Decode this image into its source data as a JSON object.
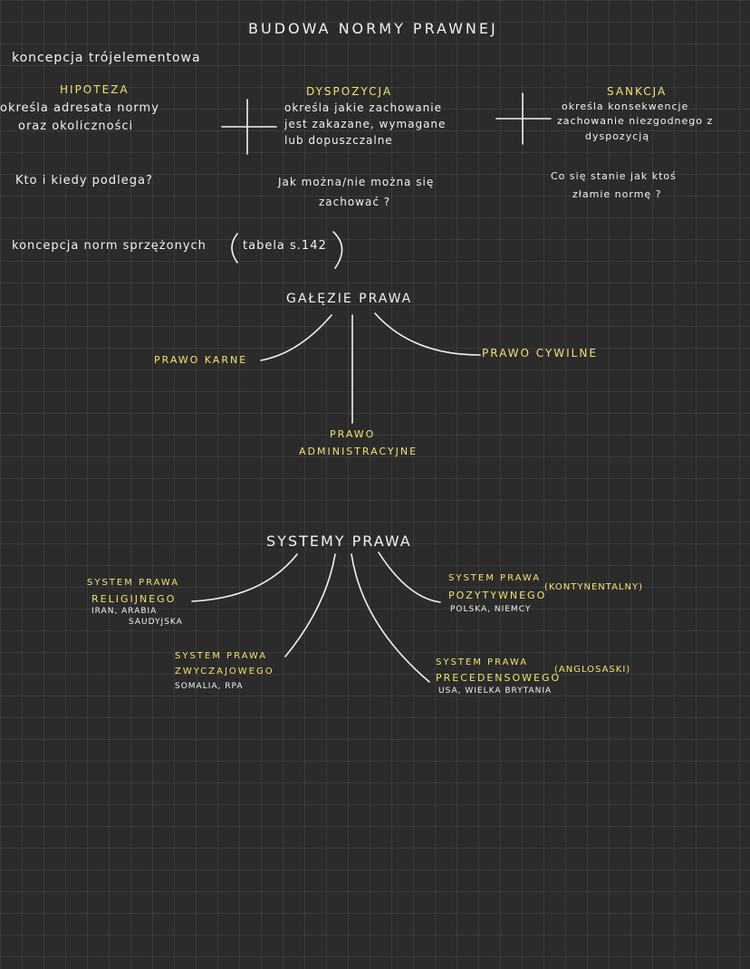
{
  "title": "BUDOWA NORMY PRAWNEJ",
  "concept1": "koncepcja trójelementowa",
  "hipoteza": {
    "label": "HIPOTEZA",
    "line1": "określa adresata normy",
    "line2": "oraz okoliczności",
    "question": "Kto i kiedy podlega?"
  },
  "dyspozycja": {
    "label": "DYSPOZYCJA",
    "line1": "określa jakie zachowanie",
    "line2": "jest zakazane, wymagane",
    "line3": "lub dopuszczalne",
    "question1": "Jak można/nie można się",
    "question2": "zachować ?"
  },
  "sankcja": {
    "label": "SANKCJA",
    "line1": "określa konsekwencje",
    "line2": "zachowanie niezgodnego z",
    "line3": "dyspozycją",
    "question1": "Co się stanie jak ktoś",
    "question2": "złamie normę ?"
  },
  "concept2": "koncepcja norm sprzężonych",
  "concept2_ref": "tabela s.142",
  "branches": {
    "title": "GAŁĘZIE PRAWA",
    "karne": "PRAWO KARNE",
    "cywilne": "PRAWO CYWILNE",
    "admin1": "PRAWO",
    "admin2": "ADMINISTRACYJNE"
  },
  "systems": {
    "title": "SYSTEMY PRAWA",
    "religijny": {
      "l1": "SYSTEM PRAWA",
      "l2": "RELIGIJNEGO",
      "ex1": "IRAN, ARABIA",
      "ex2": "SAUDYJSKA"
    },
    "zwyczajowy": {
      "l1": "SYSTEM PRAWA",
      "l2": "ZWYCZAJOWEGO",
      "ex": "SOMALIA, RPA"
    },
    "pozytywny": {
      "l1": "SYSTEM PRAWA",
      "l2": "POZYTYWNEGO",
      "note": "(KONTYNENTALNY)",
      "ex": "POLSKA, NIEMCY"
    },
    "precedensowy": {
      "l1": "SYSTEM PRAWA",
      "l2": "PRECEDENSOWEGO",
      "note": "(ANGLOSASKI)",
      "ex": "USA, WIELKA BRYTANIA"
    }
  }
}
